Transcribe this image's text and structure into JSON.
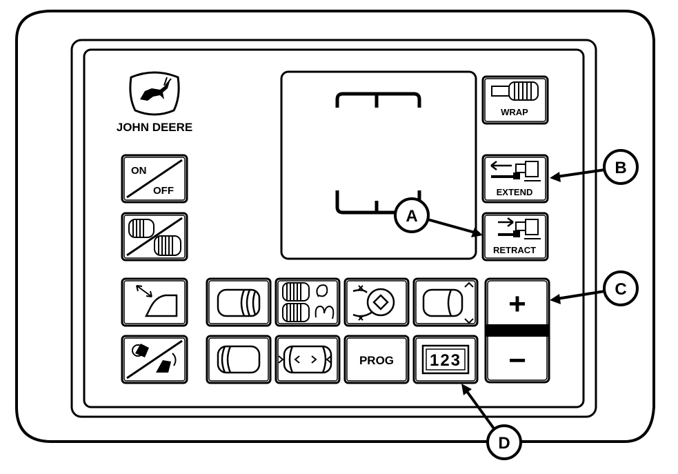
{
  "brand": {
    "name": "JOHN DEERE",
    "logo_icon": "deer-logo-icon"
  },
  "buttons": {
    "wrap": "WRAP",
    "extend": "EXTEND",
    "retract": "RETRACT",
    "on_off": {
      "on": "ON",
      "off": "OFF"
    },
    "prog": "PROG",
    "plus": "+",
    "minus": "−",
    "counter_display": "123"
  },
  "callouts": {
    "a": "A",
    "b": "B",
    "c": "C",
    "d": "D"
  },
  "colors": {
    "ink": "#000000",
    "paper": "#ffffff"
  }
}
